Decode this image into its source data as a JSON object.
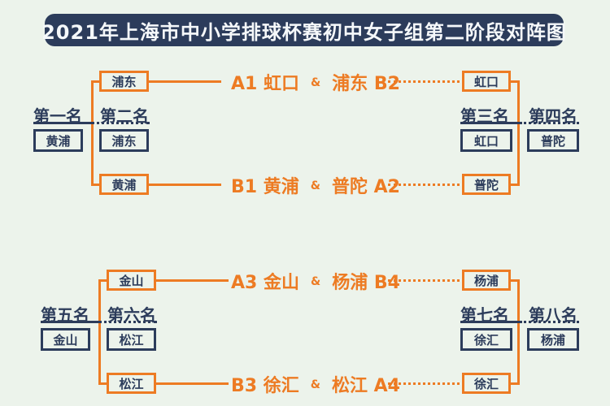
{
  "colors": {
    "bg": "#ecf3eb",
    "navy": "#2c3c5b",
    "orange": "#ed7b23",
    "banner-text": "#f5f8fa"
  },
  "title": "2021年上海市中小学排球杯赛初中女子组第二阶段对阵图",
  "sections": [
    {
      "left": {
        "top_seed": "浦东",
        "bottom_seed": "黄浦",
        "ranks": [
          {
            "label": "第一名",
            "team": "黄浦"
          },
          {
            "label": "第二名",
            "team": "浦东"
          }
        ]
      },
      "matches": [
        {
          "left_team": "A1 虹口",
          "vs": "&",
          "right_team": "浦东 B2"
        },
        {
          "left_team": "B1 黄浦",
          "vs": "&",
          "right_team": "普陀 A2"
        }
      ],
      "right": {
        "top_seed": "虹口",
        "bottom_seed": "普陀",
        "ranks": [
          {
            "label": "第三名",
            "team": "虹口"
          },
          {
            "label": "第四名",
            "team": "普陀"
          }
        ]
      }
    },
    {
      "left": {
        "top_seed": "金山",
        "bottom_seed": "松江",
        "ranks": [
          {
            "label": "第五名",
            "team": "金山"
          },
          {
            "label": "第六名",
            "team": "松江"
          }
        ]
      },
      "matches": [
        {
          "left_team": "A3 金山",
          "vs": "&",
          "right_team": "杨浦 B4"
        },
        {
          "left_team": "B3 徐汇",
          "vs": "&",
          "right_team": "松江 A4"
        }
      ],
      "right": {
        "top_seed": "杨浦",
        "bottom_seed": "徐汇",
        "ranks": [
          {
            "label": "第七名",
            "team": "徐汇"
          },
          {
            "label": "第八名",
            "team": "杨浦"
          }
        ]
      }
    }
  ]
}
